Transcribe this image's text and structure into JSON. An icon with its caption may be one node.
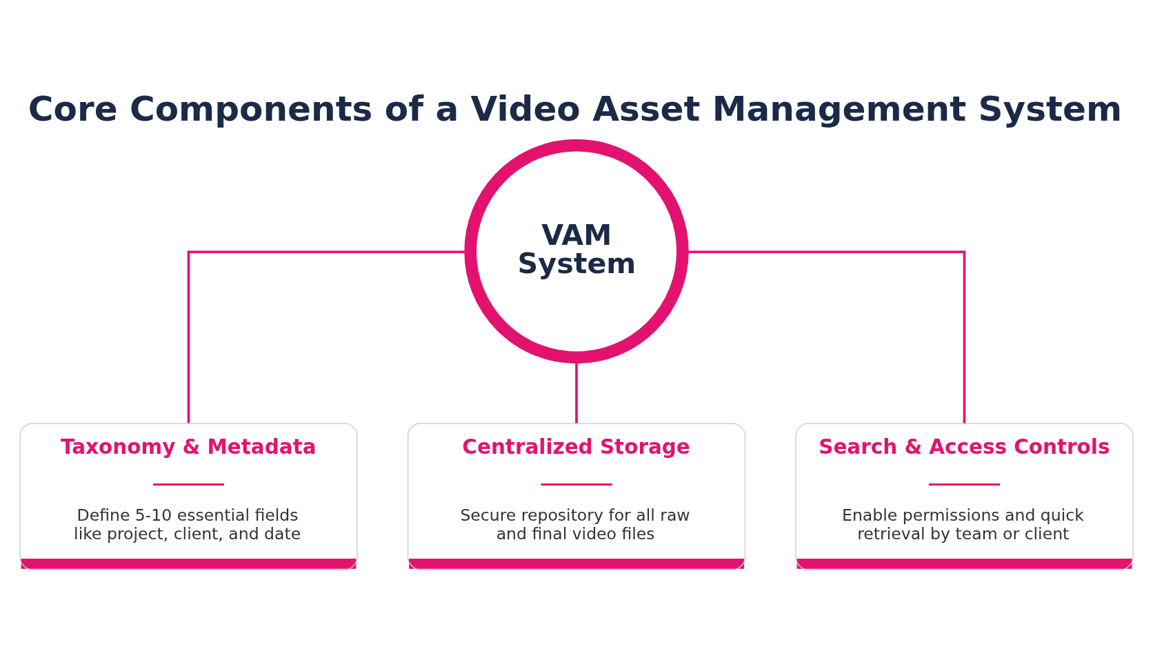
{
  "diagram": {
    "title": "Core Components of a Video Asset Management System",
    "nodes": [
      {
        "text": [
          "VAM System"
        ]
      },
      {
        "text": [
          "Taxonomy & Metadata",
          "Define 5-10 essential fields like project, client, and date"
        ]
      },
      {
        "text": [
          "Centralized Storage",
          "Secure repository for all raw and final video files"
        ]
      },
      {
        "text": [
          "Search & Access Controls",
          "Enable permissions and quick retrieval by team or client"
        ]
      }
    ],
    "edges": [
      {
        "from": 0,
        "to": 1,
        "arrow": "none"
      },
      {
        "from": 0,
        "to": 2,
        "arrow": "none"
      },
      {
        "from": 0,
        "to": 3,
        "arrow": "none"
      }
    ]
  }
}
